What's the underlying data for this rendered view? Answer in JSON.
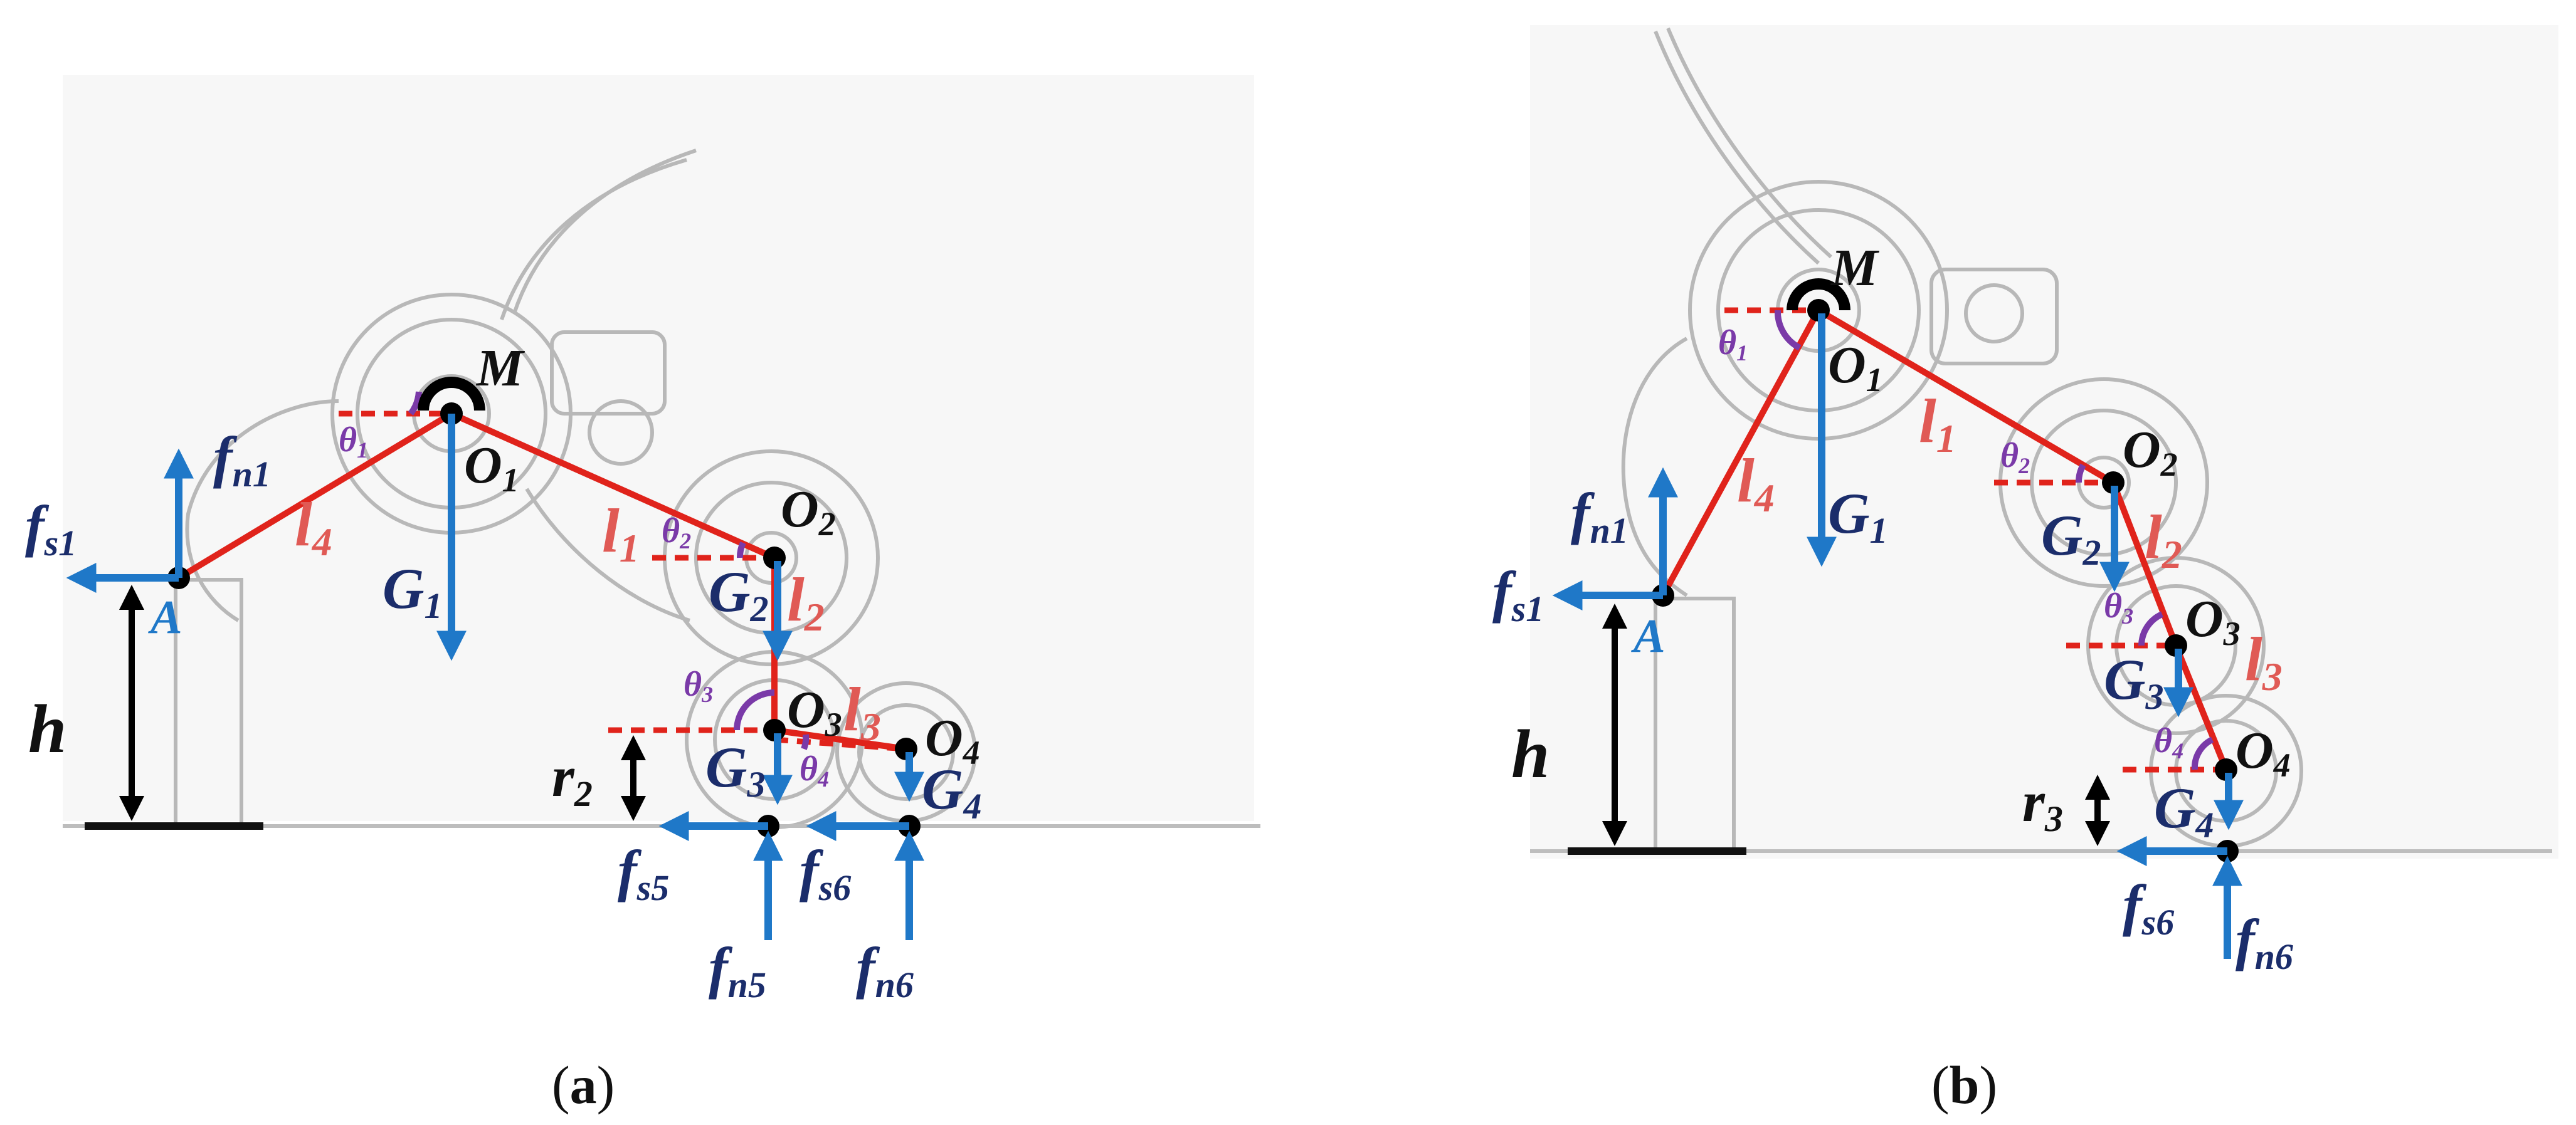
{
  "panels": [
    {
      "id": "a",
      "caption_paren_open": "(",
      "caption_letter": "a",
      "caption_paren_close": ")",
      "joints": {
        "M": "M",
        "A": "A",
        "O1": "O",
        "O1_sub": "1",
        "O2": "O",
        "O2_sub": "2",
        "O3": "O",
        "O3_sub": "3",
        "O4": "O",
        "O4_sub": "4"
      },
      "links": [
        {
          "base": "l",
          "sub": "1"
        },
        {
          "base": "l",
          "sub": "2"
        },
        {
          "base": "l",
          "sub": "3"
        },
        {
          "base": "l",
          "sub": "4"
        }
      ],
      "gravity": [
        {
          "base": "G",
          "sub": "1"
        },
        {
          "base": "G",
          "sub": "2"
        },
        {
          "base": "G",
          "sub": "3"
        },
        {
          "base": "G",
          "sub": "4"
        }
      ],
      "angles": [
        {
          "base": "θ",
          "sub": "1"
        },
        {
          "base": "θ",
          "sub": "2"
        },
        {
          "base": "θ",
          "sub": "3"
        },
        {
          "base": "θ",
          "sub": "4"
        }
      ],
      "forces": [
        {
          "base": "f",
          "sub": "n1"
        },
        {
          "base": "f",
          "sub": "s1"
        },
        {
          "base": "f",
          "sub": "s5"
        },
        {
          "base": "f",
          "sub": "s6"
        },
        {
          "base": "f",
          "sub": "n5"
        },
        {
          "base": "f",
          "sub": "n6"
        }
      ],
      "height": {
        "h": "h",
        "r_base": "r",
        "r_sub": "2"
      }
    },
    {
      "id": "b",
      "caption_paren_open": "(",
      "caption_letter": "b",
      "caption_paren_close": ")",
      "joints": {
        "M": "M",
        "A": "A",
        "O1": "O",
        "O1_sub": "1",
        "O2": "O",
        "O2_sub": "2",
        "O3": "O",
        "O3_sub": "3",
        "O4": "O",
        "O4_sub": "4"
      },
      "links": [
        {
          "base": "l",
          "sub": "1"
        },
        {
          "base": "l",
          "sub": "2"
        },
        {
          "base": "l",
          "sub": "3"
        },
        {
          "base": "l",
          "sub": "4"
        }
      ],
      "gravity": [
        {
          "base": "G",
          "sub": "1"
        },
        {
          "base": "G",
          "sub": "2"
        },
        {
          "base": "G",
          "sub": "3"
        },
        {
          "base": "G",
          "sub": "4"
        }
      ],
      "angles": [
        {
          "base": "θ",
          "sub": "1"
        },
        {
          "base": "θ",
          "sub": "2"
        },
        {
          "base": "θ",
          "sub": "3"
        },
        {
          "base": "θ",
          "sub": "4"
        }
      ],
      "forces": [
        {
          "base": "f",
          "sub": "n1"
        },
        {
          "base": "f",
          "sub": "s1"
        },
        {
          "base": "f",
          "sub": "s6"
        },
        {
          "base": "f",
          "sub": "n6"
        }
      ],
      "height": {
        "h": "h",
        "r_base": "r",
        "r_sub": "3"
      }
    }
  ],
  "colors": {
    "link": "#e0231b",
    "force_arrow": "#1f78c8",
    "force_label": "#1b2d6b",
    "link_label": "#e05a55",
    "angle": "#7a3aa8",
    "robot_outline": "#b8b8b8"
  }
}
